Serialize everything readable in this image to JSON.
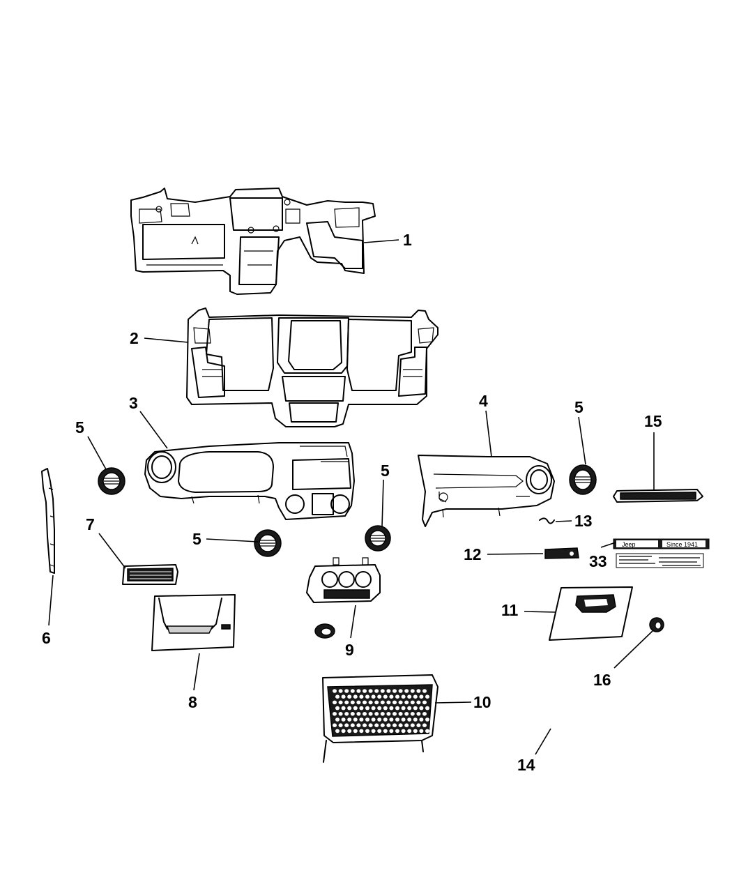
{
  "callouts": {
    "c1": "1",
    "c2": "2",
    "c3": "3",
    "c4": "4",
    "c5a": "5",
    "c5b": "5",
    "c5c": "5",
    "c5d": "5",
    "c6": "6",
    "c7": "7",
    "c8": "8",
    "c9": "9",
    "c10": "10",
    "c11": "11",
    "c12": "12",
    "c13": "13",
    "c14": "14",
    "c15": "15",
    "c16": "16",
    "c33": "33"
  },
  "badge": {
    "brand": "Jeep",
    "since": "Since 1941"
  }
}
